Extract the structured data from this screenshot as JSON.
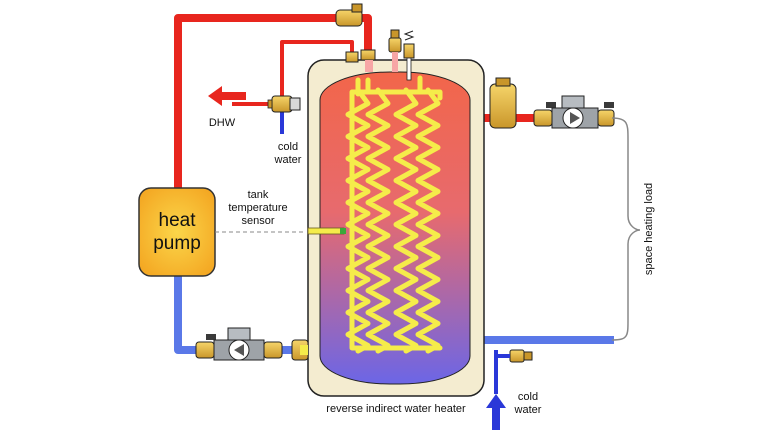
{
  "labels": {
    "heat_pump": [
      "heat",
      "pump"
    ],
    "dhw": "DHW",
    "cold_water_top": [
      "cold",
      "water"
    ],
    "tank_sensor": [
      "tank",
      "temperature",
      "sensor"
    ],
    "space_heating_load": "space heating load",
    "tank_name": "reverse indirect water heater",
    "cold_water_bottom": [
      "cold",
      "water"
    ]
  },
  "colors": {
    "hot": "#e8261e",
    "cool": "#5a78e8",
    "coil": "#f5ec4a",
    "brass": "#e2b437",
    "tank_top": "#f2664a",
    "tank_bottom": "#6c66e6",
    "jacket": "#f4ecd0"
  },
  "icons": [
    "arrow-left-icon",
    "arrow-up-icon",
    "pump-icon",
    "valve-icon",
    "air-vent-icon",
    "relief-valve-icon",
    "check-valve-icon",
    "mixing-valve-icon",
    "drain-valve-icon"
  ]
}
